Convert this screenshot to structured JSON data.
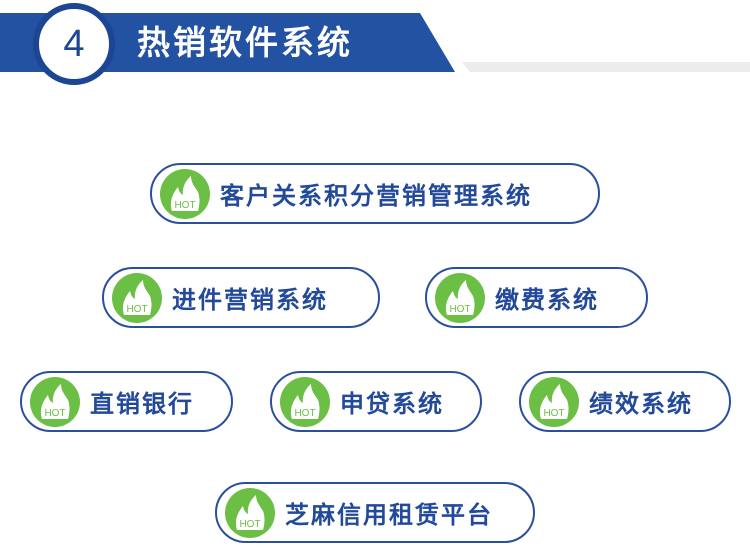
{
  "header": {
    "number": "4",
    "title": "热销软件系统"
  },
  "badge_text": "HOT",
  "items": [
    {
      "label": "客户关系积分营销管理系统"
    },
    {
      "label": "进件营销系统"
    },
    {
      "label": "缴费系统"
    },
    {
      "label": "直销银行"
    },
    {
      "label": "申贷系统"
    },
    {
      "label": "绩效系统"
    },
    {
      "label": "芝麻信用租赁平台"
    }
  ],
  "colors": {
    "primary": "#2352a3",
    "accent": "#6cbf45"
  }
}
